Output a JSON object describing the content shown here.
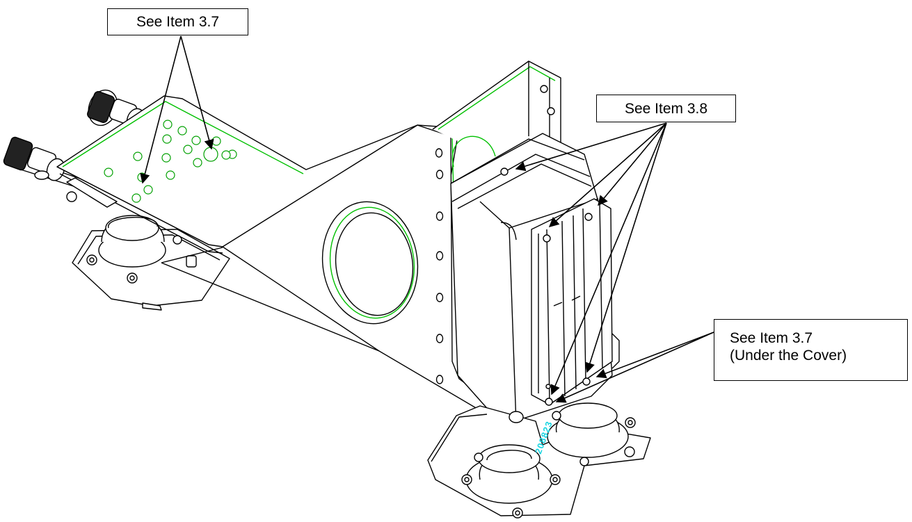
{
  "callouts": {
    "top_left": {
      "label": "See Item 3.7"
    },
    "top_right": {
      "label": "See Item 3.8"
    },
    "bottom_right": {
      "line1": "See Item 3.7",
      "line2": "(Under the Cover)"
    }
  },
  "drawing_stamp": "208823",
  "colors": {
    "outline": "#000000",
    "edge_highlight": "#00c000",
    "stamp": "#18d4e0",
    "background": "#ffffff"
  }
}
